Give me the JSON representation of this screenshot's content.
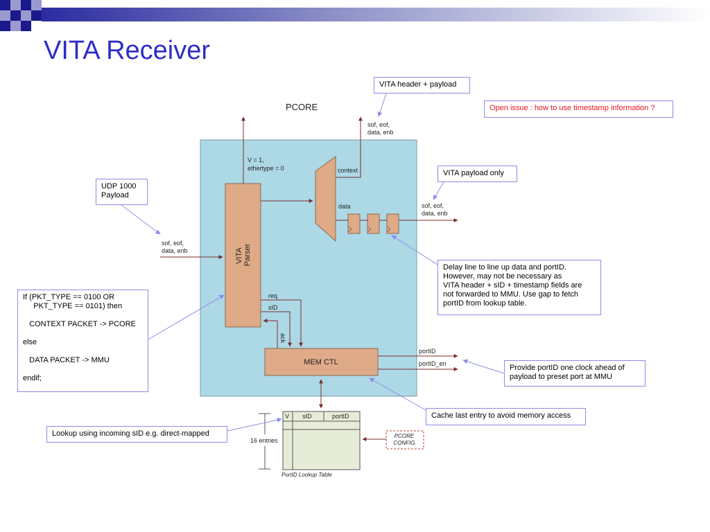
{
  "slide": {
    "title": "VITA Receiver"
  },
  "diagram": {
    "pcore_label": "PCORE",
    "vita_parser_label": "VITA\nParser",
    "memctl_label": "MEM CTL",
    "mux_context_label": "context",
    "mux_data_label": "data",
    "v_ethertype_label": "V = 1,\nethertype = 0",
    "top_signals_label": "sof, eof,\ndata, enb",
    "right_signals_label": "sof, eof,\ndata, enb",
    "left_signals_label": "sof, eof,\ndata, enb",
    "req_label": "req",
    "sid_label": "sID",
    "ack_label": "ack",
    "portid_label": "portID",
    "portid_en_label": "portID_en",
    "lookup_table": {
      "headers": [
        "V",
        "sID",
        "portID"
      ],
      "caption": "PortID Lookup Table",
      "entries_label": "16 entries",
      "config_label": "PCORE\nCONFIG."
    }
  },
  "callouts": {
    "vita_header_payload": "VITA header + payload",
    "open_issue": "Open issue : how to use timestamp information ?",
    "vita_payload_only": "VITA payload only",
    "udp_payload": "UDP 1000\nPayload",
    "delay_line": "Delay line to line up data and portID.\nHowever, may not be necessary as\nVITA header + sID + timestamp fields are\nnot forwarded to MMU. Use gap to fetch\nportID from lookup table.",
    "pkt_type": "If (PKT_TYPE == 0100 OR\n     PKT_TYPE == 0101) then\n\n   CONTEXT PACKET -> PCORE\n\nelse\n\n   DATA PACKET -> MMU\n\nendif;",
    "provide_portid": "Provide portID one clock ahead of\npayload to preset port at MMU",
    "cache_entry": "Cache last entry to avoid memory access",
    "lookup_sid": "Lookup using incoming sID e.g. direct-mapped"
  },
  "colors": {
    "title": "#2d2dc8",
    "pcore_fill": "#add8e6",
    "block_fill": "#deaa87",
    "table_fill": "#e6ecd8",
    "callout_border": "#8c8ce6",
    "open_issue_text": "#e8141e",
    "arrow": "#7a2e2e"
  },
  "icons": [
    "checkered-logo-icon"
  ]
}
